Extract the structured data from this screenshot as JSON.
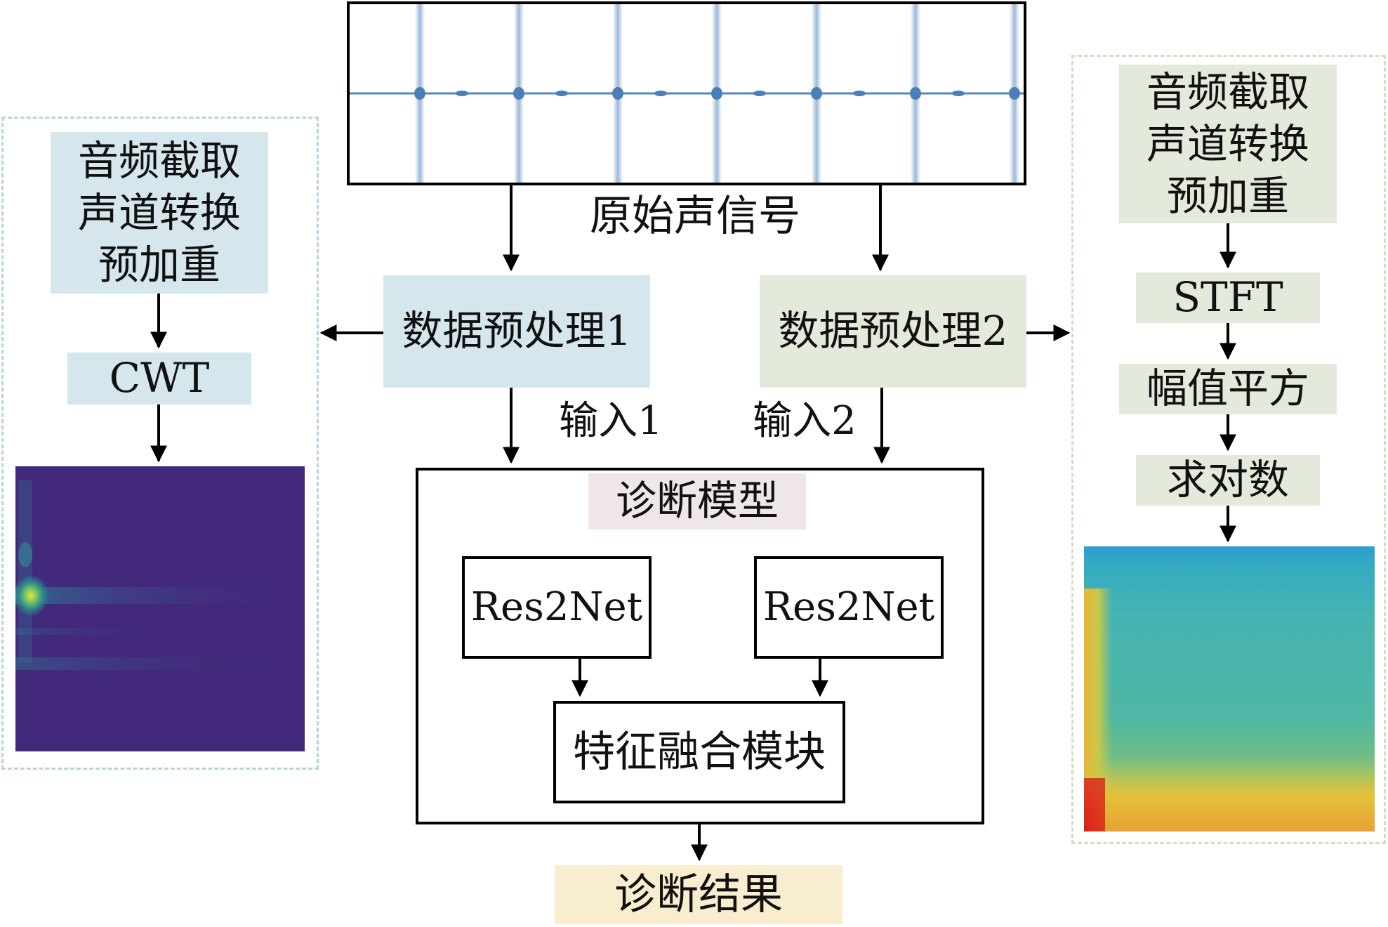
{
  "center": {
    "signal_label": "原始声信号",
    "preprocess1": "数据预处理1",
    "preprocess2": "数据预处理2",
    "input1": "输入1",
    "input2": "输入2",
    "model_title": "诊断模型",
    "res2net_left": "Res2Net",
    "res2net_right": "Res2Net",
    "fusion": "特征融合模块",
    "result": "诊断结果"
  },
  "left_branch": {
    "steps": [
      "音频截取",
      "声道转换",
      "预加重"
    ],
    "transform": "CWT"
  },
  "right_branch": {
    "steps": [
      "音频截取",
      "声道转换",
      "预加重"
    ],
    "stft": "STFT",
    "square": "幅值平方",
    "log": "求对数"
  },
  "colors": {
    "blue_box": "#d5e6ec",
    "green_box": "#e4eadb",
    "pink_box": "#efe6ec",
    "yellow_box": "#f8edce",
    "cwt_background": "#442b7f",
    "waveform": "#4a7fb8"
  }
}
